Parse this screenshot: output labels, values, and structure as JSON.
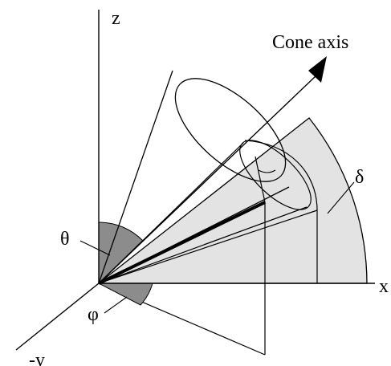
{
  "labels": {
    "z_axis": "z",
    "x_axis": "x",
    "neg_y_axis": "-y",
    "cone_axis": "Cone axis",
    "theta": "θ",
    "phi": "φ",
    "delta": "δ"
  },
  "colors": {
    "line": "#000000",
    "shaded_sector": "#e3e3e3",
    "angle_fill": "#8c8c8c",
    "background": "#ffffff"
  }
}
